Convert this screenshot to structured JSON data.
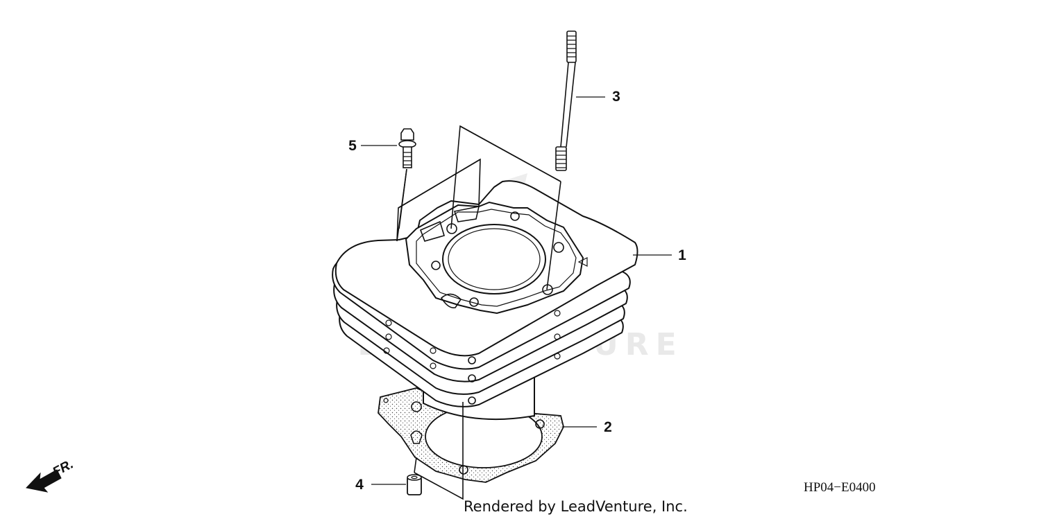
{
  "watermark": "LEADVENTURE",
  "callouts": [
    {
      "id": "1",
      "text": "1"
    },
    {
      "id": "2",
      "text": "2"
    },
    {
      "id": "3",
      "text": "3"
    },
    {
      "id": "4",
      "text": "4"
    },
    {
      "id": "5",
      "text": "5"
    }
  ],
  "direction_label": "FR.",
  "diagram_code": "HP04−E0400",
  "footer": "Rendered by LeadVenture, Inc."
}
